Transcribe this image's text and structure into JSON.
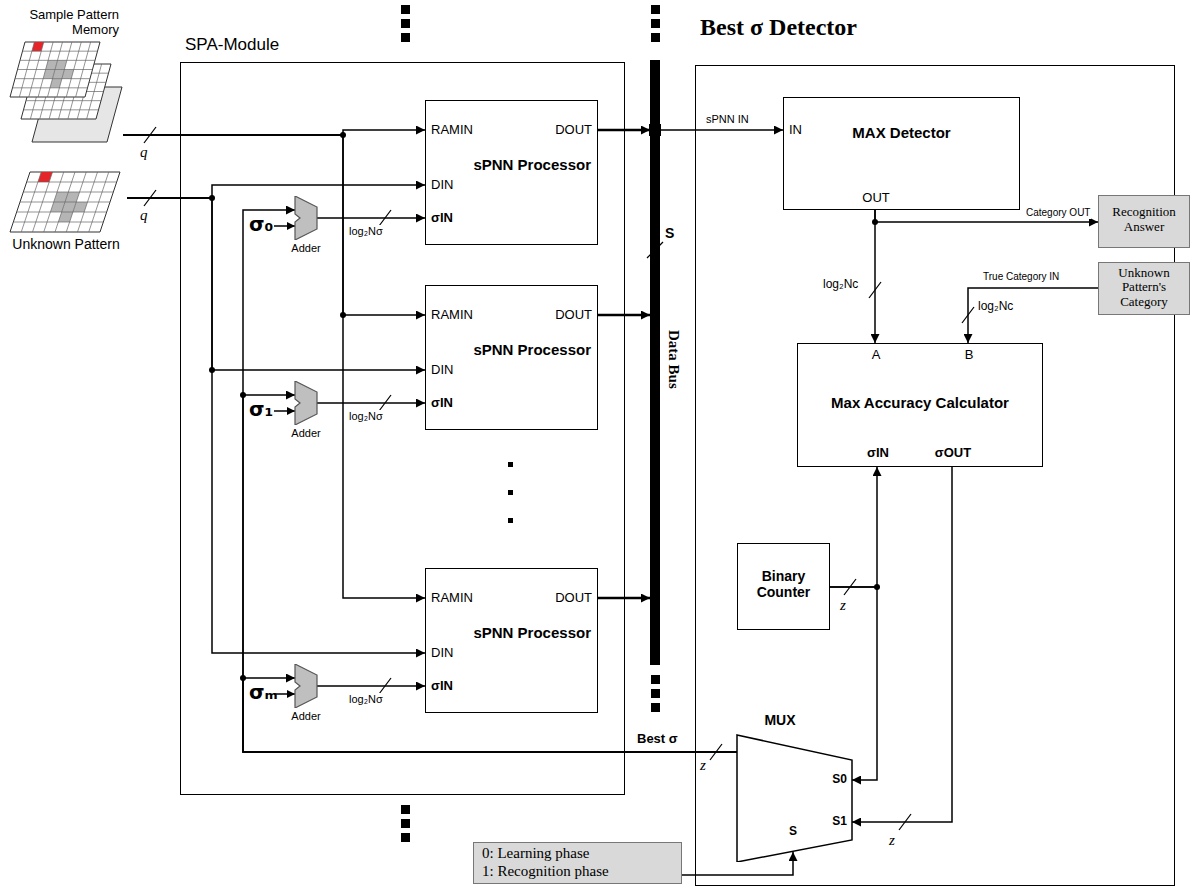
{
  "diagram": {
    "nodes": [
      {
        "text": [
          "Sample Pattern Memory"
        ]
      },
      {
        "text": [
          "Unknown Pattern"
        ]
      },
      {
        "text": [
          "SPA-Module"
        ]
      },
      {
        "text": [
          "Adder"
        ],
        "in": 2
      },
      {
        "text": [
          "RAMIN",
          "DOUT",
          "sPNN Processor",
          "DIN",
          "σIN"
        ],
        "in": 2
      },
      {
        "text": [
          "Adder"
        ],
        "in": 2
      },
      {
        "text": [
          "RAMIN",
          "DOUT",
          "sPNN Processor",
          "DIN",
          "σIN"
        ],
        "in": 2
      },
      {
        "text": [
          "Adder"
        ],
        "in": 2
      },
      {
        "text": [
          "RAMIN",
          "DOUT",
          "sPNN Processor",
          "DIN",
          "σIN"
        ],
        "in": 2
      },
      {
        "text": [
          "Data Bus"
        ]
      },
      {
        "text": [
          "Best σ Detector"
        ]
      },
      {
        "text": [
          "IN",
          "MAX Detector",
          "OUT"
        ],
        "in": 10
      },
      {
        "text": [
          "A",
          "B",
          "Max Accuracy Calculator",
          "σIN",
          "σOUT"
        ],
        "in": 10
      },
      {
        "text": [
          "Binary Counter"
        ],
        "in": 10
      },
      {
        "text": [
          "MUX",
          "S0",
          "S1",
          "S"
        ],
        "in": 10
      },
      {
        "text": [
          "Recognition Answer"
        ]
      },
      {
        "text": [
          "Unknown Pattern's Category"
        ]
      },
      {
        "text": [
          "0: Learning phase",
          "1: Recognition phase"
        ]
      }
    ],
    "edges": [
      {
        "from": 0,
        "to": 4,
        "arrow": "to"
      },
      {
        "from": 0,
        "to": 6,
        "arrow": "to"
      },
      {
        "from": 0,
        "to": 8,
        "arrow": "to"
      },
      {
        "from": 1,
        "to": 4,
        "arrow": "to"
      },
      {
        "from": 1,
        "to": 6,
        "arrow": "to"
      },
      {
        "from": 1,
        "to": 8,
        "arrow": "to"
      },
      {
        "from": 3,
        "to": 4,
        "label": "log₂Nσ",
        "arrow": "to"
      },
      {
        "from": 5,
        "to": 6,
        "label": "log₂Nσ",
        "arrow": "to"
      },
      {
        "from": 7,
        "to": 8,
        "label": "log₂Nσ",
        "arrow": "to"
      },
      {
        "from": 4,
        "to": 9,
        "arrow": "to"
      },
      {
        "from": 6,
        "to": 9,
        "arrow": "to"
      },
      {
        "from": 8,
        "to": 9,
        "arrow": "to"
      },
      {
        "from": 9,
        "to": 11,
        "label": "sPNN IN",
        "arrow": "to"
      },
      {
        "from": 11,
        "to": 15,
        "label": "Category OUT",
        "arrow": "to"
      },
      {
        "from": 11,
        "to": 12,
        "label": "log₂Nc",
        "arrow": "to"
      },
      {
        "from": 16,
        "to": 12,
        "label": "True Category IN",
        "arrow": "to"
      },
      {
        "from": 13,
        "to": 12,
        "arrow": "to"
      },
      {
        "from": 13,
        "to": 14,
        "arrow": "to"
      },
      {
        "from": 12,
        "to": 14,
        "arrow": "to"
      },
      {
        "from": 17,
        "to": 14,
        "arrow": "to"
      },
      {
        "from": 14,
        "to": 3,
        "label": "Best σ",
        "arrow": "to"
      },
      {
        "from": 14,
        "to": 5,
        "arrow": "to"
      },
      {
        "from": 14,
        "to": 7,
        "arrow": "to"
      }
    ],
    "labels": [
      "q",
      "q",
      "σ₀",
      "σ₁",
      "σₘ",
      "S",
      "log₂Nc",
      "z",
      "z",
      "z"
    ]
  }
}
